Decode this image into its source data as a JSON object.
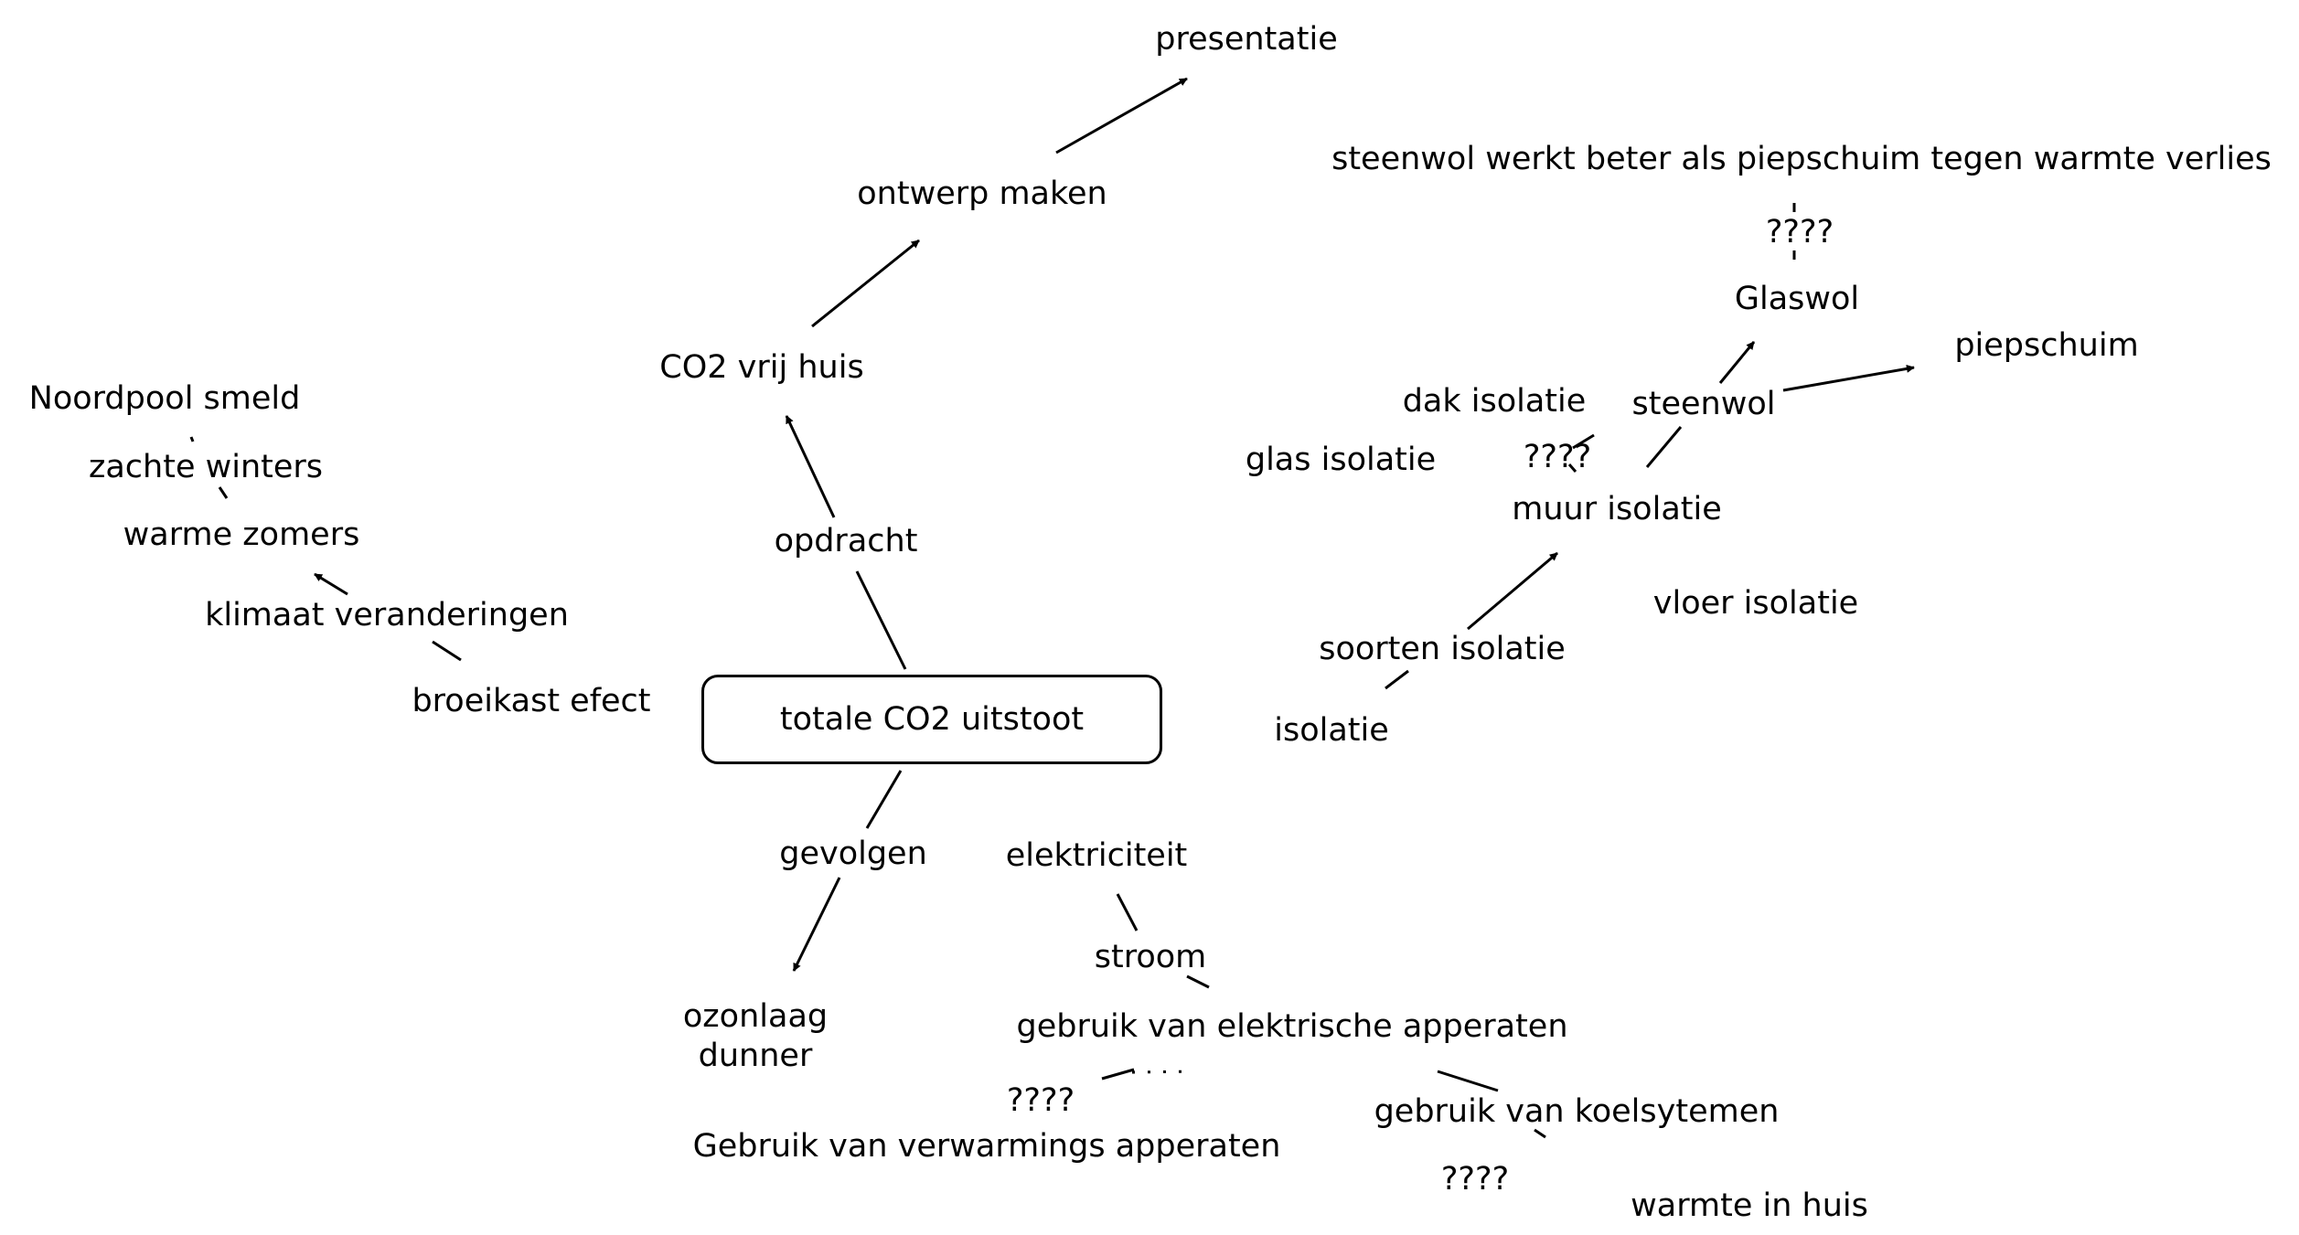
{
  "diagram": {
    "root": "totale CO2 uitstoot",
    "opdracht": "opdracht",
    "co2_vrij_huis": "CO2 vrij huis",
    "ontwerp_maken": "ontwerp maken",
    "presentatie": "presentatie",
    "gevolgen": "gevolgen",
    "ozonlaag_dunner": "ozonlaag\ndunner",
    "broeikast_efect": "broeikast efect",
    "klimaat_veranderingen": "klimaat veranderingen",
    "warme_zomers": "warme zomers",
    "zachte_winters": "zachte winters",
    "noordpool_smeld": "Noordpool smeld",
    "elektriciteit": "elektriciteit",
    "stroom": "stroom",
    "gebruik_elektrische_apperaten": "gebruik van elektrische apperaten",
    "q_elektrisch": "????",
    "gebruik_verwarmings_apperaten": "Gebruik van verwarmings apperaten",
    "gebruik_koelsytemen": "gebruik van koelsytemen",
    "q_koel": "????",
    "warmte_in_huis": "warmte in huis",
    "isolatie": "isolatie",
    "soorten_isolatie": "soorten isolatie",
    "muur_isolatie": "muur isolatie",
    "vloer_isolatie": "vloer isolatie",
    "dak_isolatie": "dak isolatie",
    "glas_isolatie": "glas isolatie",
    "q_isolatie": "????",
    "steenwol": "steenwol",
    "glaswol": "Glaswol",
    "piepschuim": "piepschuim",
    "q_steenwol": "????",
    "steenwol_statement": "steenwol werkt beter als piepschuim tegen warmte verlies"
  }
}
